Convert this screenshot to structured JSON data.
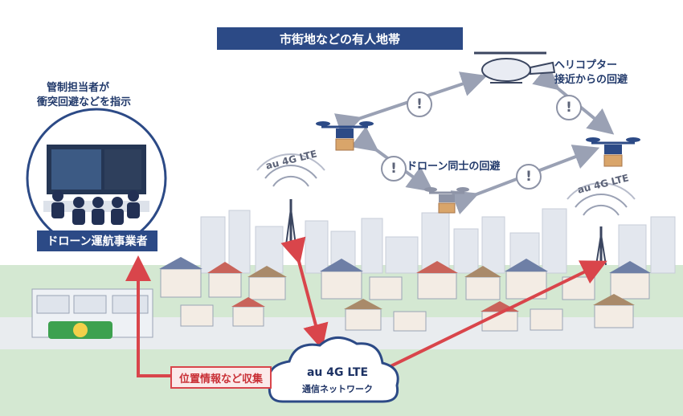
{
  "title": "市街地などの有人地帯",
  "controller": {
    "caption_line1": "管制担当者が",
    "caption_line2": "衝突回避などを指示"
  },
  "operator_label": "ドローン運航事業者",
  "collect_label": "位置情報など収集",
  "network": {
    "line1": "au 4G LTE",
    "line2": "通信ネットワーク"
  },
  "tower_labels": [
    "au 4G LTE",
    "au 4G LTE"
  ],
  "helicopter": {
    "line1": "ヘリコプター",
    "line2": "接近からの回避"
  },
  "drone_avoid_label": "ドローン同士の回避",
  "warning_symbol": "!",
  "colors": {
    "navy": "#2c4a86",
    "alert_red": "#d9454b",
    "ground_green": "#cfe6cf",
    "arrow_gray": "#9aa1b4"
  }
}
